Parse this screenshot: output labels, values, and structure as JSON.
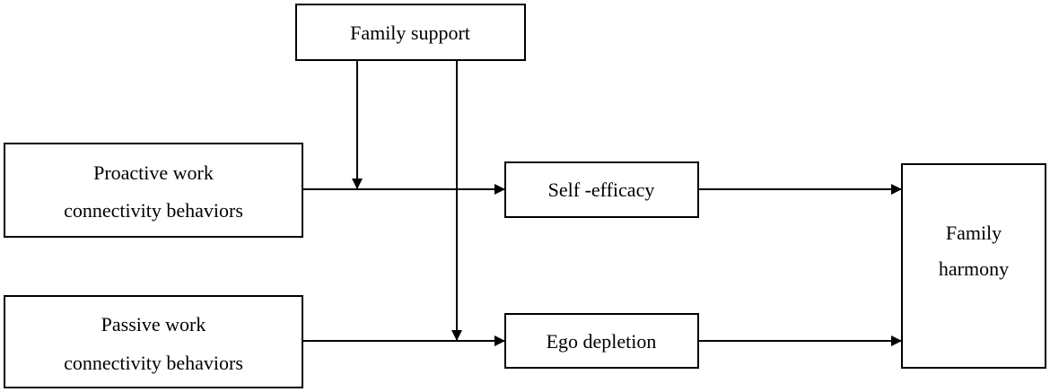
{
  "diagram": {
    "nodes": {
      "family_support": {
        "lines": [
          "Family support"
        ]
      },
      "proactive": {
        "lines": [
          "Proactive work",
          "connectivity behaviors"
        ]
      },
      "passive": {
        "lines": [
          "Passive work",
          "connectivity behaviors"
        ]
      },
      "self_efficacy": {
        "lines": [
          "Self -efficacy"
        ]
      },
      "ego_depletion": {
        "lines": [
          "Ego depletion"
        ]
      },
      "family_harmony": {
        "lines": [
          "Family",
          "harmony"
        ]
      }
    },
    "edges": [
      {
        "from": "proactive",
        "to": "self_efficacy"
      },
      {
        "from": "passive",
        "to": "ego_depletion"
      },
      {
        "from": "self_efficacy",
        "to": "family_harmony"
      },
      {
        "from": "ego_depletion",
        "to": "family_harmony"
      },
      {
        "from": "family_support",
        "to": "proactive-self_efficacy path",
        "type": "moderation"
      },
      {
        "from": "family_support",
        "to": "passive-ego_depletion path",
        "type": "moderation"
      }
    ]
  }
}
